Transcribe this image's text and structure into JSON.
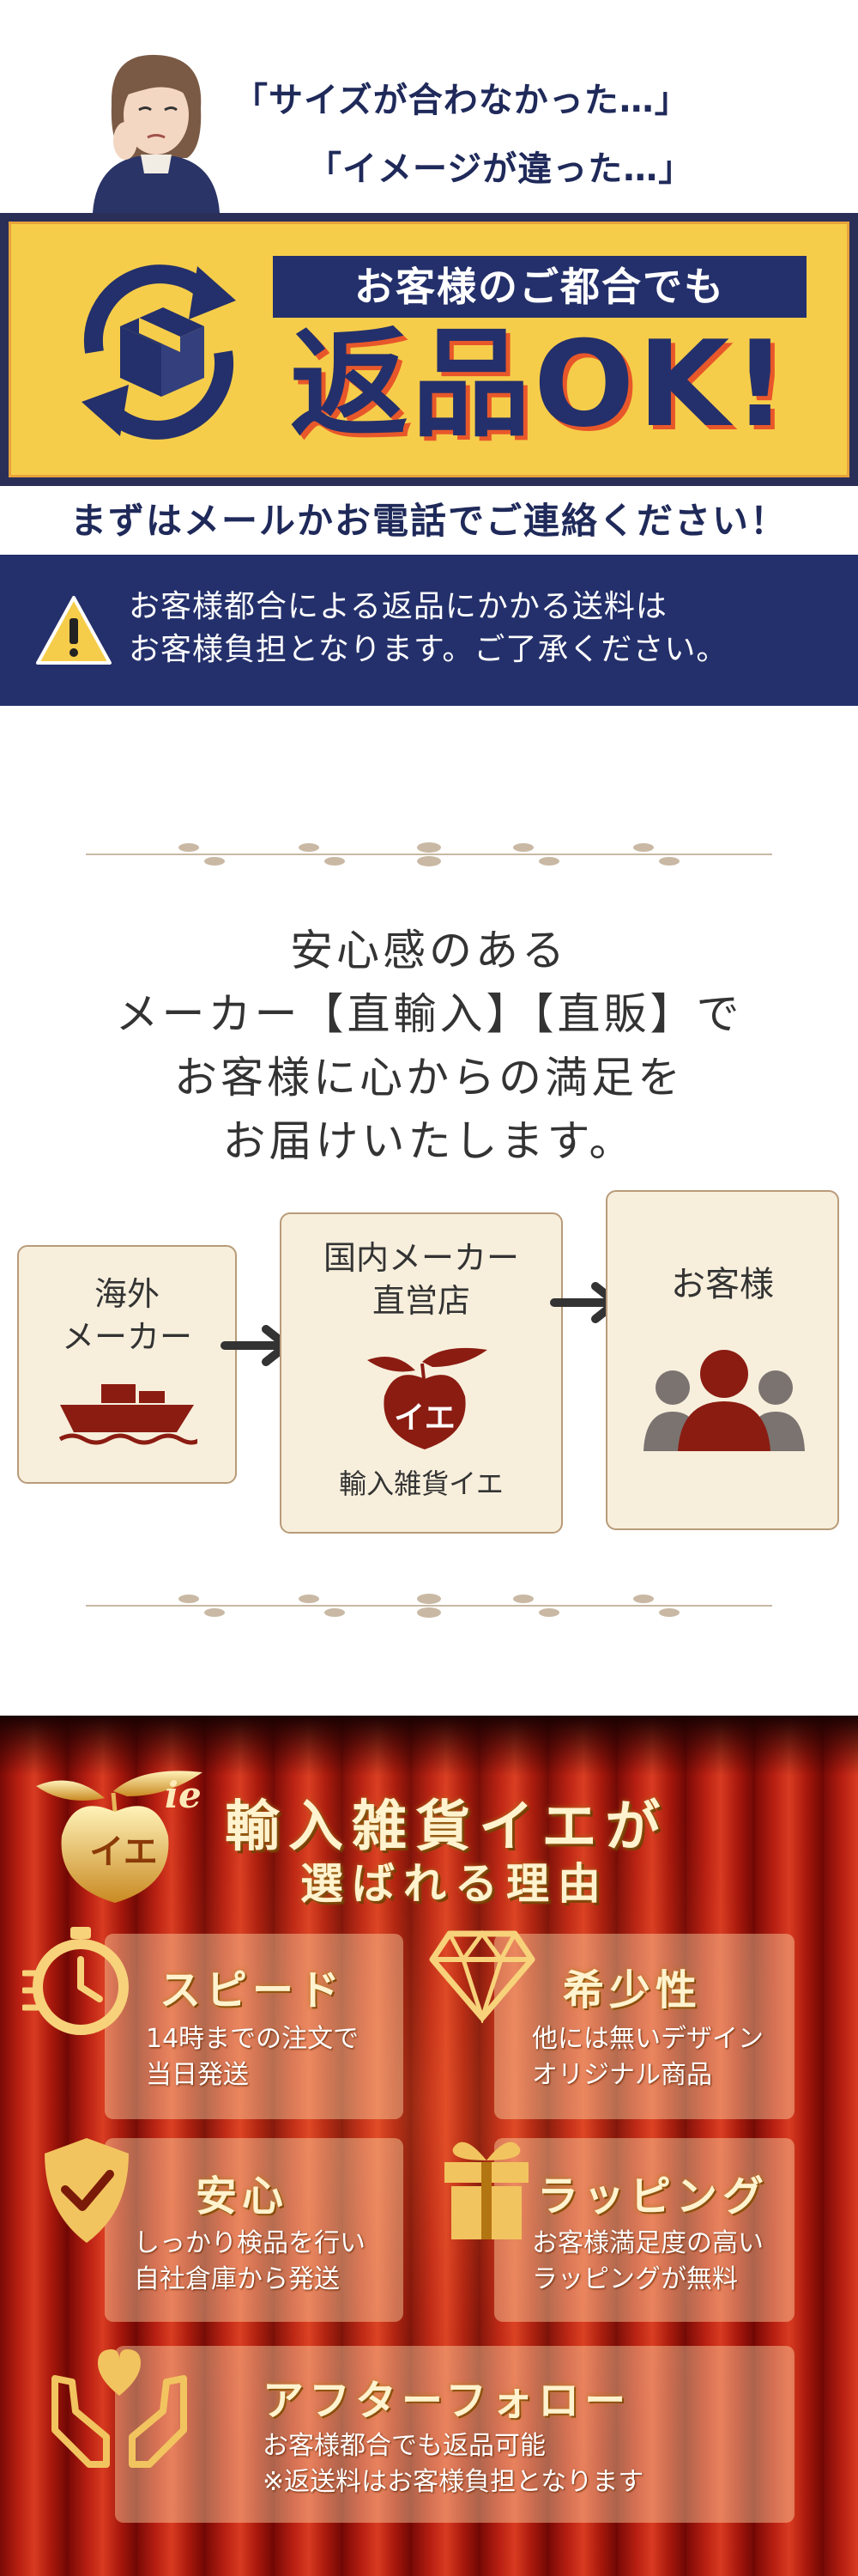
{
  "return_section": {
    "speech_line1": "「サイズが合わなかった…」",
    "speech_line2": "「イメージが違った…」",
    "banner_label": "お客様のご都合でも",
    "banner_main": "返品OK!",
    "contact": "まずはメールかお電話でご連絡ください！",
    "notice_line1": "お客様都合による返品にかかる送料は",
    "notice_line2": "お客様負担となります。ご了承ください。",
    "colors": {
      "navy": "#24306b",
      "yellow": "#f6cd4a",
      "orange": "#e8572a"
    }
  },
  "direct_section": {
    "message_lines": [
      "安心感のある",
      "メーカー【直輸入】【直販】で",
      "お客様に心からの満足を",
      "お届けいたします。"
    ],
    "flow": {
      "overseas_line1": "海外",
      "overseas_line2": "メーカー",
      "domestic_line1": "国内メーカー",
      "domestic_line2": "直営店",
      "shop_logo_text": "イエ",
      "shop_name": "輸入雑貨イエ",
      "customer": "お客様"
    }
  },
  "reasons_section": {
    "logo_text": "ie",
    "logo_apple_text": "イエ",
    "title_line1": "輸入雑貨イエが",
    "title_line2": "選ばれる理由",
    "features": [
      {
        "title": "スピード",
        "line1": "14時までの注文で",
        "line2": "当日発送",
        "icon": "stopwatch-icon"
      },
      {
        "title": "希少性",
        "line1": "他には無いデザイン",
        "line2": "オリジナル商品",
        "icon": "diamond-icon"
      },
      {
        "title": "安心",
        "line1": "しっかり検品を行い",
        "line2": "自社倉庫から発送",
        "icon": "shield-check-icon"
      },
      {
        "title": "ラッピング",
        "line1": "お客様満足度の高い",
        "line2": "ラッピングが無料",
        "icon": "gift-icon"
      },
      {
        "title": "アフターフォロー",
        "line1": "お客様都合でも返品可能",
        "line2": "※返送料はお客様負担となります",
        "icon": "heart-hands-icon"
      }
    ]
  }
}
